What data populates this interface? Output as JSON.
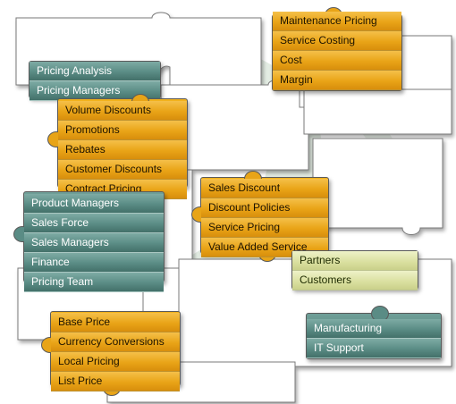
{
  "colors": {
    "orange": "#e9a417",
    "teal": "#5a8c85",
    "lime": "#d9df9e",
    "background_tile": "#ffffff",
    "swirl": "#e3ece3"
  },
  "pieces": {
    "service_costing": {
      "items": [
        "Maintenance Pricing",
        "Service Costing",
        "Cost",
        "Margin"
      ]
    },
    "pricing_analysis": {
      "items": [
        "Pricing Analysis",
        "Pricing Managers"
      ]
    },
    "volume_discounts": {
      "items": [
        "Volume Discounts",
        "Promotions",
        "Rebates",
        "Customer Discounts",
        "Contract Pricing"
      ]
    },
    "product_managers": {
      "items": [
        "Product Managers",
        "Sales Force",
        "Sales Managers",
        "Finance",
        "Pricing Team"
      ]
    },
    "sales_discount": {
      "items": [
        "Sales Discount",
        "Discount Policies",
        "Service Pricing",
        "Value Added Service"
      ]
    },
    "partners": {
      "items": [
        "Partners",
        "Customers"
      ]
    },
    "manufacturing": {
      "items": [
        "Manufacturing",
        "IT Support"
      ]
    },
    "base_price": {
      "items": [
        "Base Price",
        "Currency Conversions",
        "Local Pricing",
        "List Price"
      ]
    }
  }
}
